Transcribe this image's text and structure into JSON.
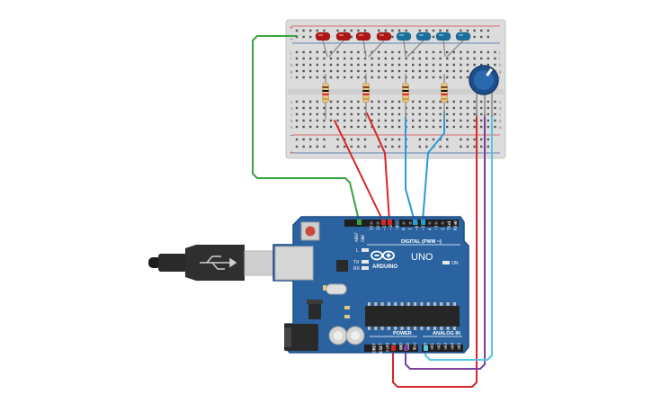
{
  "colors": {
    "board": "#2b63a0",
    "board_edge": "#1f4f86",
    "breadboard": "#dcdcdc",
    "led_red": "#b01515",
    "led_blue": "#1a6f9e",
    "wire_red": "#d8262b",
    "wire_green": "#3aa33f",
    "wire_blue": "#2b9ad8",
    "wire_purple": "#7a3fa0",
    "wire_cyan": "#55c8e0",
    "wire_darkred": "#b3242a"
  },
  "arduino": {
    "brand": "ARDUINO",
    "model": "UNO",
    "digital_label": "DIGITAL (PWM ~)",
    "power_label": "POWER",
    "analog_label": "ANALOG IN",
    "on_label": "ON",
    "tx_label": "TX",
    "rx_label": "RX",
    "l_label": "L",
    "aref_label": "AREF",
    "gnd_label": "GND",
    "digital_pins": [
      "13",
      "12",
      "~11",
      "~10",
      "~9",
      "8",
      "7",
      "~6",
      "~5",
      "4",
      "~3",
      "2",
      "TX▸1",
      "RX◂0"
    ],
    "power_pins": [
      "IOREF",
      "RESET",
      "3.3V",
      "5V",
      "GND",
      "GND",
      "Vin"
    ],
    "analog_pins": [
      "A0",
      "A1",
      "A2",
      "A3",
      "A4",
      "A5"
    ]
  },
  "breadboard": {
    "row_letters_top": [
      "j",
      "i",
      "h",
      "g",
      "f"
    ],
    "row_letters_bottom": [
      "e",
      "d",
      "c",
      "b",
      "a"
    ],
    "rail_plus": "+",
    "rail_minus": "−"
  },
  "components": {
    "leds": [
      {
        "name": "led-1",
        "color": "red"
      },
      {
        "name": "led-2",
        "color": "red"
      },
      {
        "name": "led-3",
        "color": "red"
      },
      {
        "name": "led-4",
        "color": "red"
      },
      {
        "name": "led-5",
        "color": "blue"
      },
      {
        "name": "led-6",
        "color": "blue"
      },
      {
        "name": "led-7",
        "color": "blue"
      },
      {
        "name": "led-8",
        "color": "blue"
      }
    ],
    "resistors": 4,
    "potentiometer": 1,
    "usb_cable": 1
  }
}
